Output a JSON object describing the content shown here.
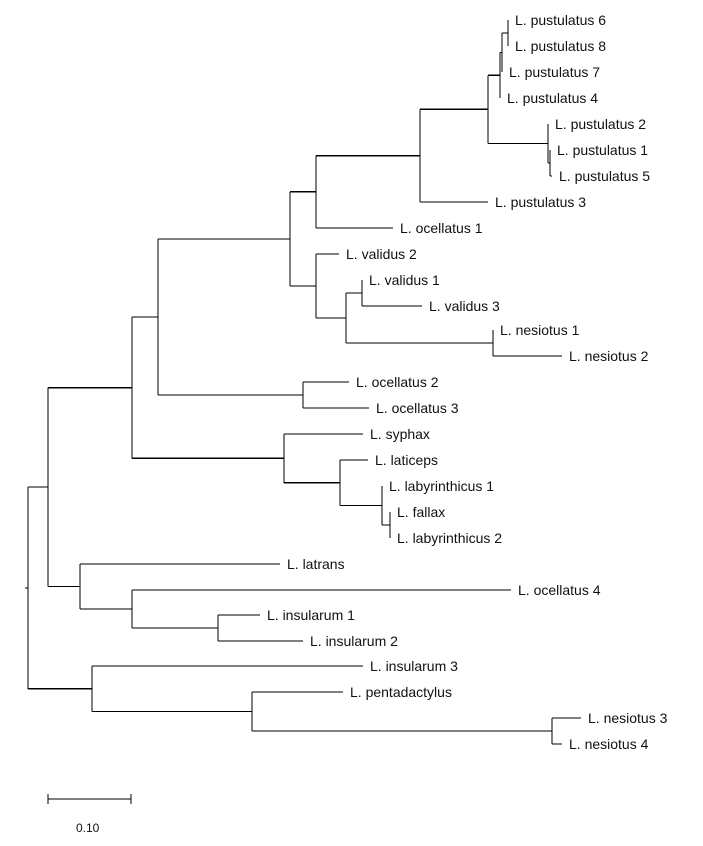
{
  "tree": {
    "line_color": "#000000",
    "leaves": [
      "L. pustulatus 6",
      "L. pustulatus 8",
      "L. pustulatus 7",
      "L. pustulatus 4",
      "L. pustulatus 2",
      "L. pustulatus 1",
      "L. pustulatus 5",
      "L. pustulatus 3",
      "L. ocellatus 1",
      "L. validus 2",
      "L. validus 1",
      "L. validus 3",
      "L. nesiotus 1",
      "L. nesiotus 2",
      "L. ocellatus 2",
      "L. ocellatus 3",
      "L. syphax",
      "L. laticeps",
      "L. labyrinthicus 1",
      "L. fallax",
      "L. labyrinthicus 2",
      "L. latrans",
      "L. ocellatus 4",
      "L. insularum 1",
      "L. insularum 2",
      "L. insularum 3",
      "L. pentadactylus",
      "L. nesiotus 3",
      "L. nesiotus 4"
    ]
  },
  "scale_bar": {
    "value": 0.1,
    "label": "0.10"
  }
}
